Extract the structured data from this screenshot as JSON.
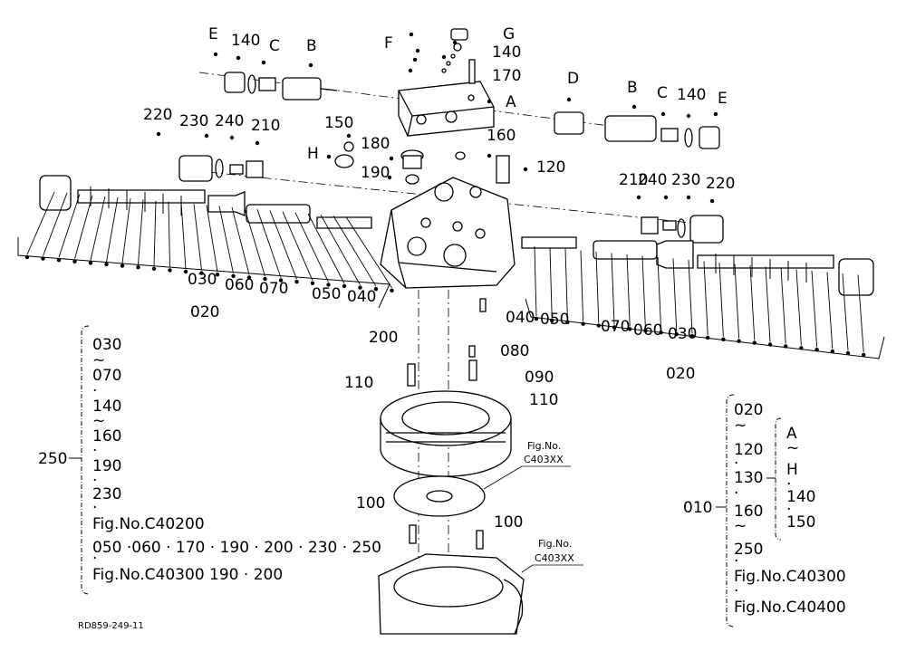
{
  "callouts": [
    {
      "id": "E-left",
      "text": "E"
    },
    {
      "id": "140-left",
      "text": "140"
    },
    {
      "id": "C-left",
      "text": "C"
    },
    {
      "id": "B-left",
      "text": "B"
    },
    {
      "id": "F",
      "text": "F"
    },
    {
      "id": "G",
      "text": "G"
    },
    {
      "id": "140-top",
      "text": "140"
    },
    {
      "id": "170",
      "text": "170"
    },
    {
      "id": "A",
      "text": "A"
    },
    {
      "id": "D",
      "text": "D"
    },
    {
      "id": "B-right",
      "text": "B"
    },
    {
      "id": "C-right",
      "text": "C"
    },
    {
      "id": "140-right",
      "text": "140"
    },
    {
      "id": "E-right",
      "text": "E"
    },
    {
      "id": "220-left",
      "text": "220"
    },
    {
      "id": "230-left",
      "text": "230"
    },
    {
      "id": "240-left",
      "text": "240"
    },
    {
      "id": "210-left",
      "text": "210"
    },
    {
      "id": "150",
      "text": "150"
    },
    {
      "id": "180",
      "text": "180"
    },
    {
      "id": "160",
      "text": "160"
    },
    {
      "id": "H",
      "text": "H"
    },
    {
      "id": "190",
      "text": "190"
    },
    {
      "id": "120",
      "text": "120"
    },
    {
      "id": "210-right",
      "text": "210"
    },
    {
      "id": "240-right",
      "text": "240"
    },
    {
      "id": "230-right",
      "text": "230"
    },
    {
      "id": "220-right",
      "text": "220"
    },
    {
      "id": "030-left",
      "text": "030"
    },
    {
      "id": "060-left",
      "text": "060"
    },
    {
      "id": "070-left",
      "text": "070"
    },
    {
      "id": "050-left",
      "text": "050"
    },
    {
      "id": "040-left",
      "text": "040"
    },
    {
      "id": "020-left",
      "text": "020"
    },
    {
      "id": "040-right",
      "text": "040"
    },
    {
      "id": "050-right",
      "text": "050"
    },
    {
      "id": "070-right",
      "text": "070"
    },
    {
      "id": "060-right",
      "text": "060"
    },
    {
      "id": "030-right",
      "text": "030"
    },
    {
      "id": "020-right",
      "text": "020"
    },
    {
      "id": "200",
      "text": "200"
    },
    {
      "id": "080",
      "text": "080"
    },
    {
      "id": "090",
      "text": "090"
    },
    {
      "id": "110-left",
      "text": "110"
    },
    {
      "id": "110-right",
      "text": "110"
    },
    {
      "id": "100-left",
      "text": "100"
    },
    {
      "id": "100-right",
      "text": "100"
    }
  ],
  "fig_refs": [
    {
      "id": "fig-ref-1",
      "line1": "Fig.No.",
      "line2": "C403XX"
    },
    {
      "id": "fig-ref-2",
      "line1": "Fig.No.",
      "line2": "C403XX"
    }
  ],
  "legend_250": {
    "label": "250",
    "lines": [
      "030",
      "~",
      "070",
      "·",
      "140",
      "~",
      "160",
      "·",
      "190",
      "·",
      "230",
      "·",
      "Fig.No.C40200",
      "050 ·060 · 170 · 190 · 200 · 230 · 250",
      "·",
      "Fig.No.C40300   190 · 200"
    ]
  },
  "legend_010": {
    "label": "010",
    "lines": [
      "020",
      "~",
      "120",
      "·",
      "130",
      "·",
      "160",
      "~",
      "250",
      "·",
      "Fig.No.C40300",
      "·",
      "Fig.No.C40400"
    ],
    "sub_lines": [
      "A",
      "~",
      "H",
      "·",
      "140",
      "·",
      "150"
    ]
  },
  "drawing_code": "RD859-249-11"
}
